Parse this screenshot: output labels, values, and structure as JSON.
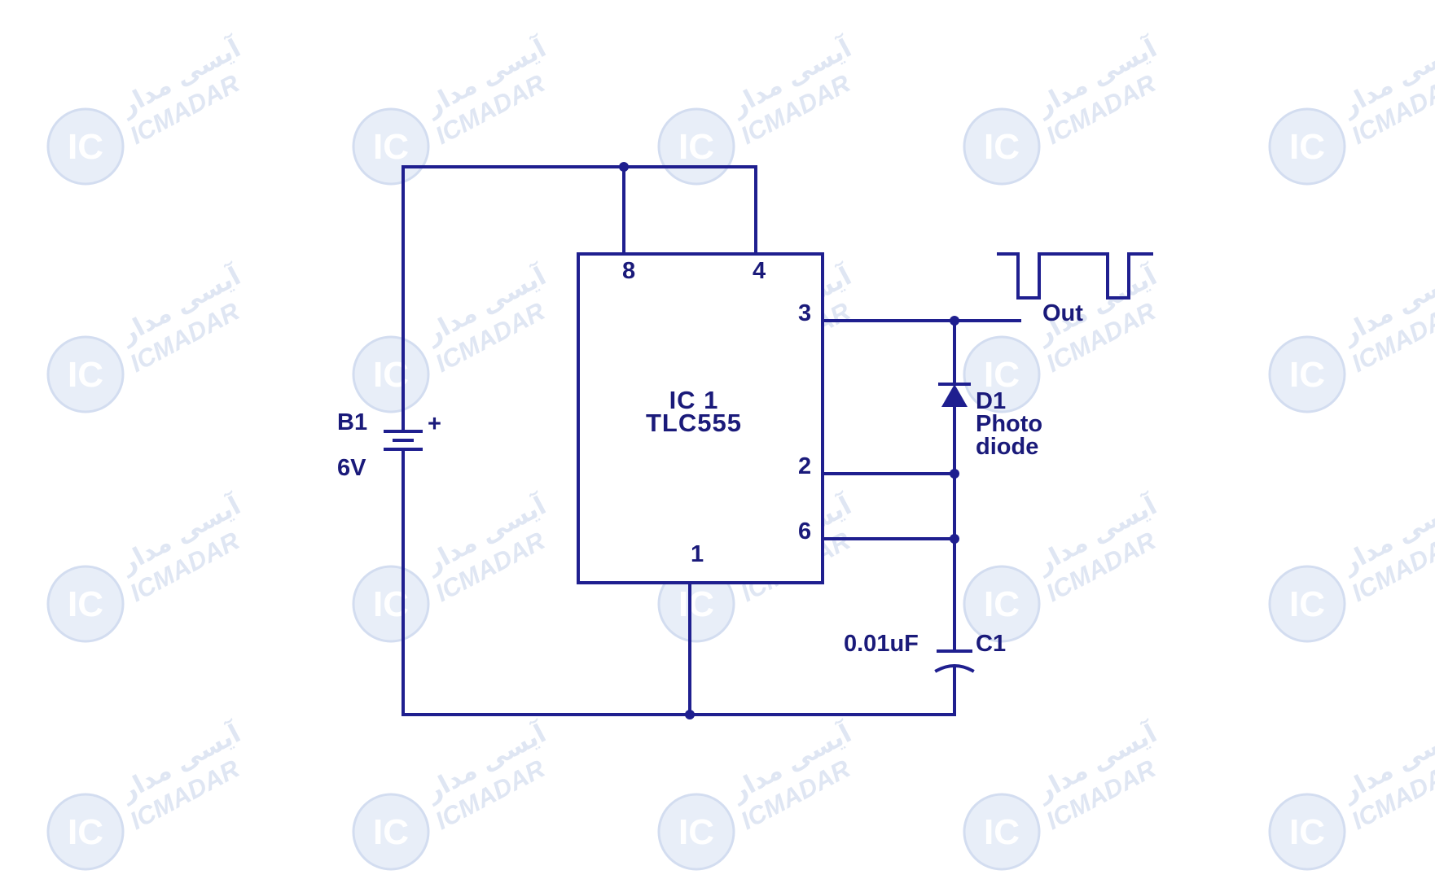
{
  "watermark": {
    "brand": "ICMADAR",
    "brand_fa": "آیسی مدار",
    "badge": "IC"
  },
  "battery": {
    "name": "B1",
    "value": "6V",
    "polarity": "+"
  },
  "ic": {
    "designator": "IC 1",
    "part": "TLC555",
    "pins": {
      "p8": "8",
      "p4": "4",
      "p3": "3",
      "p2": "2",
      "p6": "6",
      "p1": "1"
    }
  },
  "diode": {
    "name": "D1",
    "type_line1": "Photo",
    "type_line2": "diode"
  },
  "capacitor": {
    "name": "C1",
    "value": "0.01uF"
  },
  "output": {
    "label": "Out"
  },
  "colors": {
    "wire": "#1f1f8f",
    "text": "#1a1a7a",
    "watermark": "#dfe6f3"
  }
}
